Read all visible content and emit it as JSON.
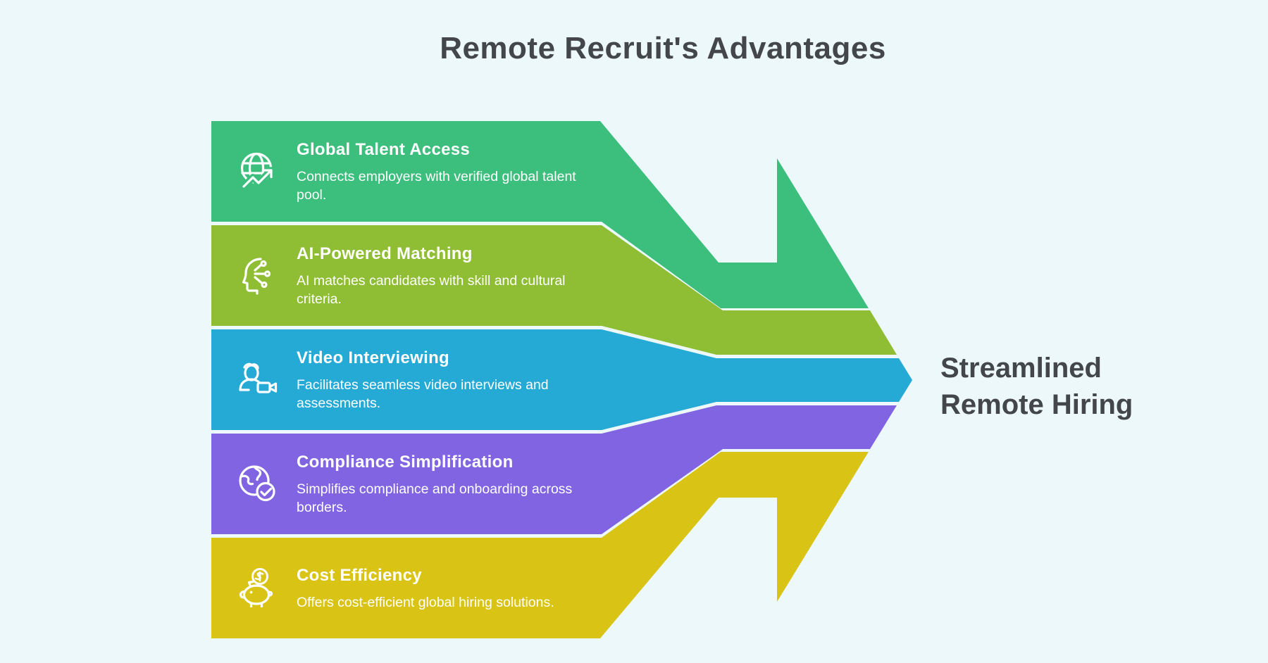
{
  "title": "Remote Recruit's Advantages",
  "result": {
    "label": "Streamlined Remote Hiring"
  },
  "colors": {
    "background": "#edf8fa",
    "heading_text": "#43474b",
    "band_text": "#ffffff",
    "green": "#3cbf7d",
    "olive": "#8fbe34",
    "blue": "#25aad6",
    "purple": "#8064e1",
    "yellow": "#d9c416"
  },
  "bands": [
    {
      "icon": "globe-growth-icon",
      "title": "Global Talent Access",
      "description": "Connects employers with verified global talent pool.",
      "color": "#3cbf7d"
    },
    {
      "icon": "ai-head-circuit-icon",
      "title": "AI-Powered Matching",
      "description": "AI matches candidates with skill and cultural criteria.",
      "color": "#8fbe34"
    },
    {
      "icon": "video-interview-icon",
      "title": "Video Interviewing",
      "description": "Facilitates seamless video interviews and assessments.",
      "color": "#25aad6"
    },
    {
      "icon": "globe-check-icon",
      "title": "Compliance Simplification",
      "description": "Simplifies compliance and onboarding across borders.",
      "color": "#8064e1"
    },
    {
      "icon": "piggy-bank-icon",
      "title": "Cost Efficiency",
      "description": "Offers cost-efficient global hiring solutions.",
      "color": "#d9c416"
    }
  ]
}
